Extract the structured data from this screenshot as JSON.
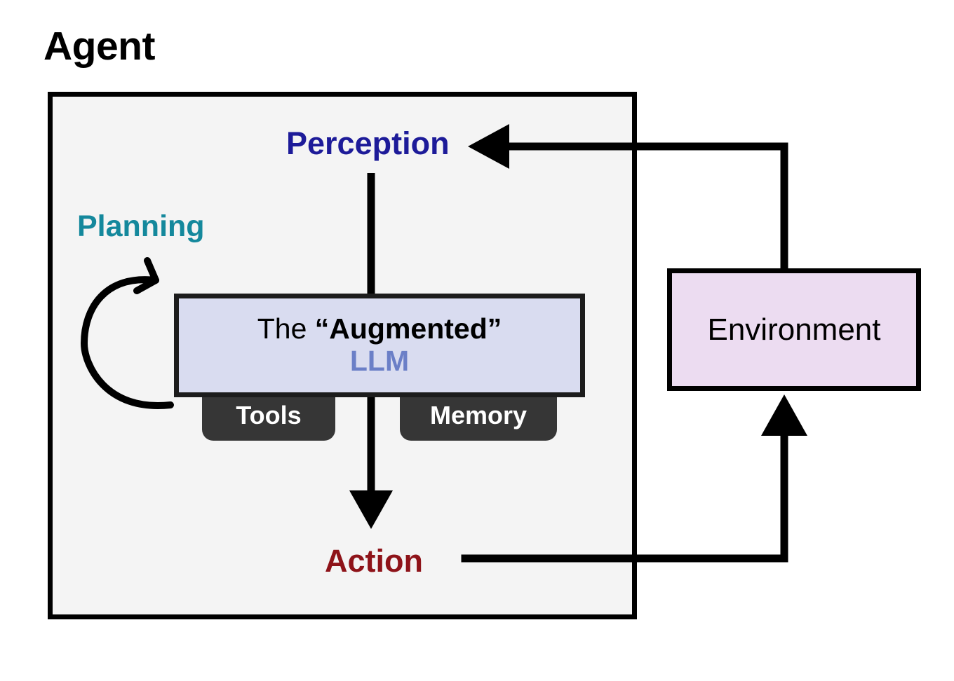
{
  "diagram": {
    "title": "Agent",
    "background_color": "#ffffff",
    "agent_panel": {
      "fill": "#f4f4f4",
      "border_color": "#000000"
    },
    "nodes": {
      "perception": {
        "label": "Perception",
        "color": "#1d1b99"
      },
      "planning": {
        "label": "Planning",
        "color": "#14889c"
      },
      "action": {
        "label": "Action",
        "color": "#8e1319"
      },
      "llm": {
        "text_lead": "The ",
        "text_strong": "“Augmented”",
        "text_second_line": "LLM",
        "fill": "#d9dcf0",
        "border_color": "#1c1c1c",
        "accent_color": "#6b7fc7"
      },
      "tools": {
        "label": "Tools",
        "fill": "#363636",
        "text_color": "#ffffff"
      },
      "memory": {
        "label": "Memory",
        "fill": "#363636",
        "text_color": "#ffffff"
      },
      "environment": {
        "label": "Environment",
        "fill": "#ecdcf1",
        "border_color": "#000000"
      }
    },
    "connectors": [
      {
        "name": "perception-to-llm",
        "from": "perception",
        "to": "llm",
        "style": "straight-down"
      },
      {
        "name": "llm-to-action",
        "from": "llm",
        "to": "action",
        "style": "straight-down-arrow"
      },
      {
        "name": "action-to-environment",
        "from": "action",
        "to": "environment",
        "style": "elbow-right-up-arrow"
      },
      {
        "name": "environment-to-perception",
        "from": "environment",
        "to": "perception",
        "style": "elbow-up-left-arrow"
      },
      {
        "name": "planning-self-loop",
        "from": "llm",
        "to": "llm",
        "style": "curved-self-loop-arrow"
      }
    ]
  }
}
